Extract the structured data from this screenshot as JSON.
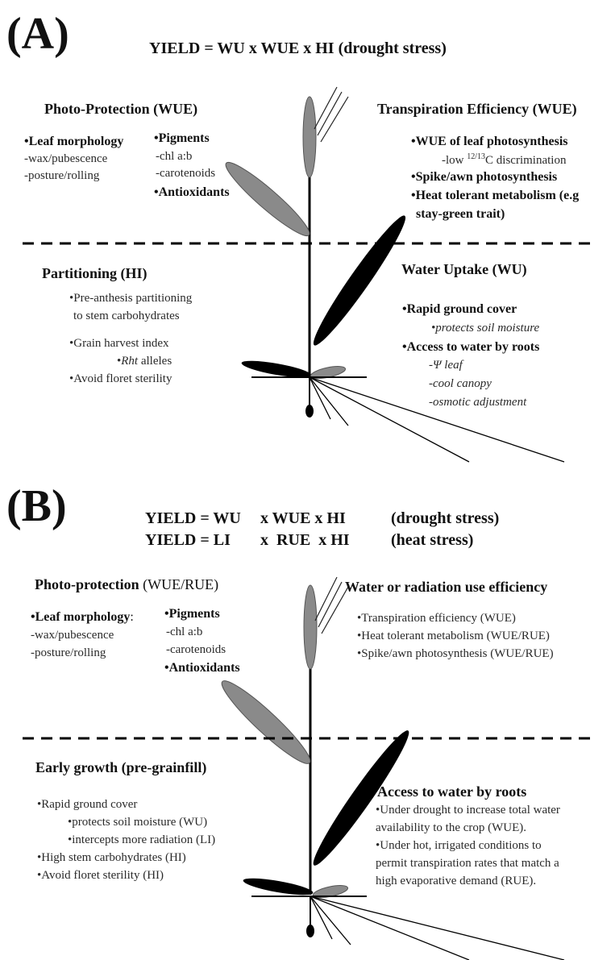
{
  "panel_a": {
    "label": "(A)",
    "equation": "YIELD = WU x WUE x HI (drought stress)",
    "photo_protection": {
      "title": "Photo-Protection (WUE)",
      "leaf_morphology": "•Leaf morphology",
      "wax": "-wax/pubescence",
      "posture": "-posture/rolling",
      "pigments": "•Pigments",
      "chl": "-chl a:b",
      "carotenoids": "-carotenoids",
      "antioxidants": "•Antioxidants"
    },
    "transpiration": {
      "title": "Transpiration Efficiency (WUE)",
      "wue_leaf": "•WUE of leaf photosynthesis",
      "low_prefix": "-low ",
      "low_sup": "12/13",
      "low_suffix": "C discrimination",
      "spike": "•Spike/awn photosynthesis",
      "heat_line1": "•Heat tolerant metabolism (e.g",
      "heat_line2": "stay-green trait)"
    },
    "partitioning": {
      "title": "Partitioning (HI)",
      "pre_anthesis_1": "•Pre-anthesis partitioning",
      "pre_anthesis_2": "to stem carbohydrates",
      "grain_hi": "•Grain harvest index",
      "rht_italic": "Rht",
      "rht_rest": " alleles",
      "floret": "•Avoid floret sterility"
    },
    "water_uptake": {
      "title": "Water Uptake (WU)",
      "rapid": "•Rapid ground cover",
      "protects": "•protects soil moisture",
      "access": "•Access to water by roots",
      "psi": "-Ψ leaf",
      "cool": "-cool canopy",
      "osmotic": "-osmotic adjustment"
    }
  },
  "panel_b": {
    "label": "(B)",
    "eq1_lhs": "YIELD = WU",
    "eq1_mid": "x WUE x HI",
    "eq1_rhs": "(drought stress)",
    "eq2_lhs": "YIELD = LI",
    "eq2_mid": "x  RUE  x HI",
    "eq2_rhs": "(heat stress)",
    "photo_protection": {
      "title_bold": "Photo-protection",
      "title_rest": " (WUE/RUE)",
      "leaf_morphology": "•Leaf morphology",
      "leaf_colon": ":",
      "wax": "-wax/pubescence",
      "posture": "-posture/rolling",
      "pigments": "•Pigments",
      "chl": "-chl a:b",
      "carotenoids": "-carotenoids",
      "antioxidants": "•Antioxidants"
    },
    "water_radiation": {
      "title": "Water or radiation use efficiency",
      "te": "•Transpiration efficiency (WUE)",
      "heat": "•Heat tolerant metabolism (WUE/RUE)",
      "spike": "•Spike/awn photosynthesis (WUE/RUE)"
    },
    "early_growth": {
      "title": "Early growth (pre-grainfill)",
      "rapid": "•Rapid ground cover",
      "protects": "•protects soil moisture (WU)",
      "intercepts": "•intercepts more radiation (LI)",
      "stem": "•High stem carbohydrates (HI)",
      "floret": "•Avoid floret sterility (HI)"
    },
    "access": {
      "title": "Access to water by roots",
      "l1": "•Under drought to increase total water",
      "l2": "availability to the crop (WUE).",
      "l3": "•Under hot, irrigated conditions to",
      "l4": "permit transpiration rates that match a",
      "l5": "high evaporative demand (RUE)."
    }
  }
}
